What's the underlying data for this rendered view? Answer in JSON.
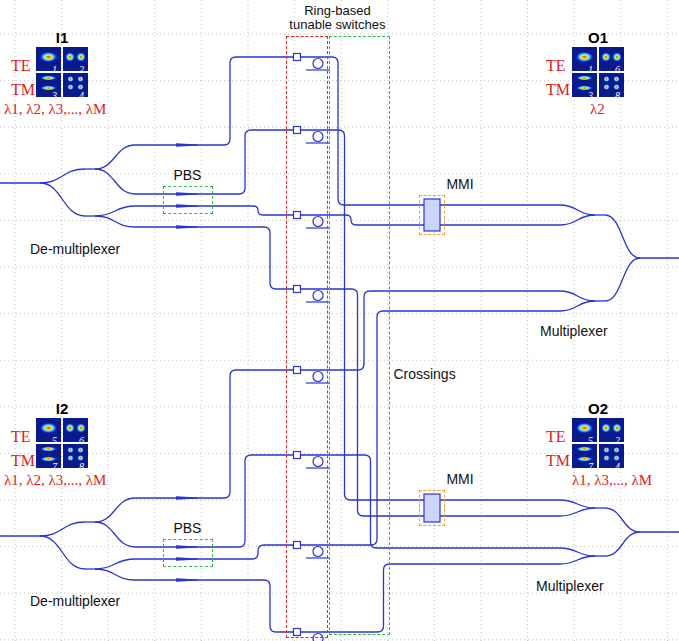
{
  "diagram": {
    "nodes": [
      {
        "text": [
          "Ring-based tunable switches"
        ]
      },
      {
        "text": [
          "PBS"
        ]
      },
      {
        "text": [
          "MMI"
        ]
      },
      {
        "text": [
          "Crossings"
        ]
      },
      {
        "text": [
          "MMI"
        ]
      },
      {
        "text": [
          "PBS"
        ]
      }
    ],
    "labels": [
      "I1",
      "O1",
      "TE",
      "1",
      "2",
      "TE",
      "1",
      "6",
      "TM",
      "3",
      "4",
      "TM",
      "3",
      "8",
      "λ1, λ2, λ3,..., λM",
      "λ2",
      "De-multiplexer",
      "Multiplexer",
      "I2",
      "O2",
      "TE",
      "5",
      "6",
      "TE",
      "5",
      "2",
      "TM",
      "7",
      "8",
      "TM",
      "7",
      "4",
      "λ1, λ2, λ3,..., λM",
      "λ1, λ3,..., λM",
      "De-multiplexer",
      "Multiplexer"
    ]
  }
}
